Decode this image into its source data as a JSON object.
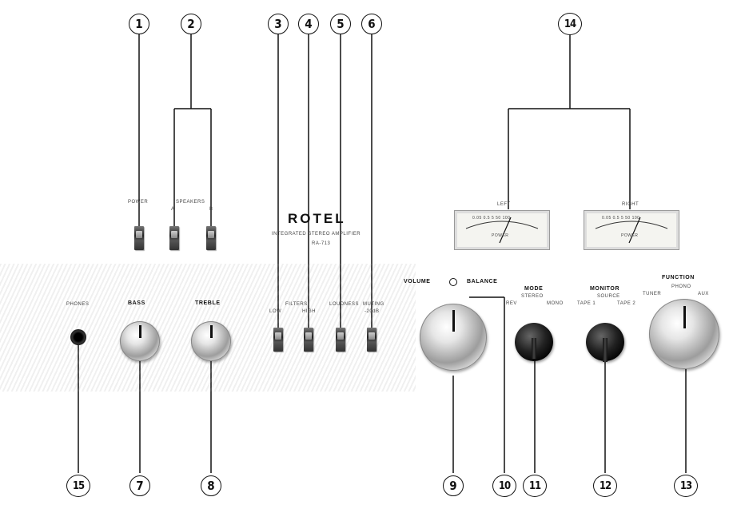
{
  "callouts": [
    "1",
    "2",
    "3",
    "4",
    "5",
    "6",
    "14",
    "15",
    "7",
    "8",
    "9",
    "10",
    "11",
    "12",
    "13"
  ],
  "brand": {
    "name": "ROTEL",
    "line1": "INTEGRATED STEREO AMPLIFIER",
    "model": "RA-713"
  },
  "switch_labels": {
    "power": "POWER",
    "speakers": "SPEAKERS",
    "spk_a": "A",
    "spk_b": "B",
    "filters": "FILTERS",
    "low": "LOW",
    "high": "HIGH",
    "loudness": "LOUDNESS",
    "muting": "MUTING",
    "muting_value": "-20dB"
  },
  "meters": {
    "left": {
      "label": "LEFT",
      "word": "POWER",
      "scale": "0.05 0.5 5 50 100"
    },
    "right": {
      "label": "RIGHT",
      "word": "POWER",
      "scale": "0.05 0.5 5 50 100"
    }
  },
  "knob_labels": {
    "phones": "PHONES",
    "bass": "BASS",
    "treble": "TREBLE",
    "volume": "VOLUME",
    "balance": "BALANCE",
    "mode": "MODE",
    "mode_stereo": "STEREO",
    "mode_rev": "REV",
    "mode_mono": "MONO",
    "monitor": "MONITOR",
    "monitor_source": "SOURCE",
    "monitor_tape1": "TAPE 1",
    "monitor_tape2": "TAPE 2",
    "function": "FUNCTION",
    "function_tuner": "TUNER",
    "function_phono": "PHONO",
    "function_aux": "AUX"
  }
}
